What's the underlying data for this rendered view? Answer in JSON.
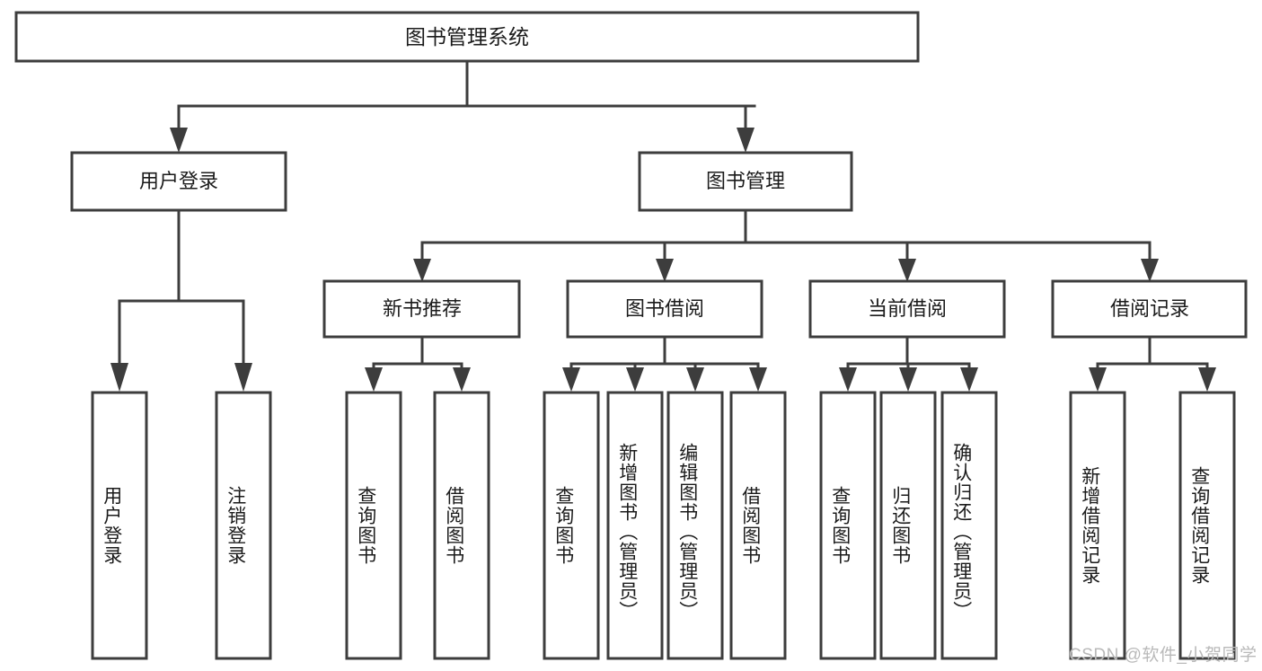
{
  "diagram": {
    "type": "tree",
    "title": "图书管理系统",
    "root": {
      "id": "root",
      "label": "图书管理系统"
    },
    "level2": [
      {
        "id": "user-login",
        "label": "用户登录"
      },
      {
        "id": "book-manage",
        "label": "图书管理"
      }
    ],
    "level3": [
      {
        "id": "new-book-recommend",
        "label": "新书推荐",
        "parent": "book-manage"
      },
      {
        "id": "book-borrow",
        "label": "图书借阅",
        "parent": "book-manage"
      },
      {
        "id": "current-borrow",
        "label": "当前借阅",
        "parent": "book-manage"
      },
      {
        "id": "borrow-record",
        "label": "借阅记录",
        "parent": "book-manage"
      }
    ],
    "leaves": {
      "user_login": [
        {
          "id": "leaf-user-login",
          "label": "用户登录"
        },
        {
          "id": "leaf-user-logout",
          "label": "注销登录"
        }
      ],
      "new_book_recommend": [
        {
          "id": "leaf-query-book-1",
          "label": "查询图书"
        },
        {
          "id": "leaf-borrow-book-1",
          "label": "借阅图书"
        }
      ],
      "book_borrow": [
        {
          "id": "leaf-query-book-2",
          "label": "查询图书"
        },
        {
          "id": "leaf-add-book",
          "label": "新增图书（管理员）"
        },
        {
          "id": "leaf-edit-book",
          "label": "编辑图书（管理员）"
        },
        {
          "id": "leaf-borrow-book-2",
          "label": "借阅图书"
        }
      ],
      "current_borrow": [
        {
          "id": "leaf-query-book-3",
          "label": "查询图书"
        },
        {
          "id": "leaf-return-book",
          "label": "归还图书"
        },
        {
          "id": "leaf-confirm-return",
          "label": "确认归还（管理员）"
        }
      ],
      "borrow_record": [
        {
          "id": "leaf-add-record",
          "label": "新增借阅记录"
        },
        {
          "id": "leaf-query-record",
          "label": "查询借阅记录"
        }
      ]
    }
  },
  "watermark": {
    "text": "CSDN @软件_小贺同学"
  },
  "colors": {
    "background": "#ffffff",
    "box_fill": "#ffffff",
    "line": "#3d3d3d",
    "text": "#1b1b1b",
    "watermark": "#b9b9b9"
  }
}
